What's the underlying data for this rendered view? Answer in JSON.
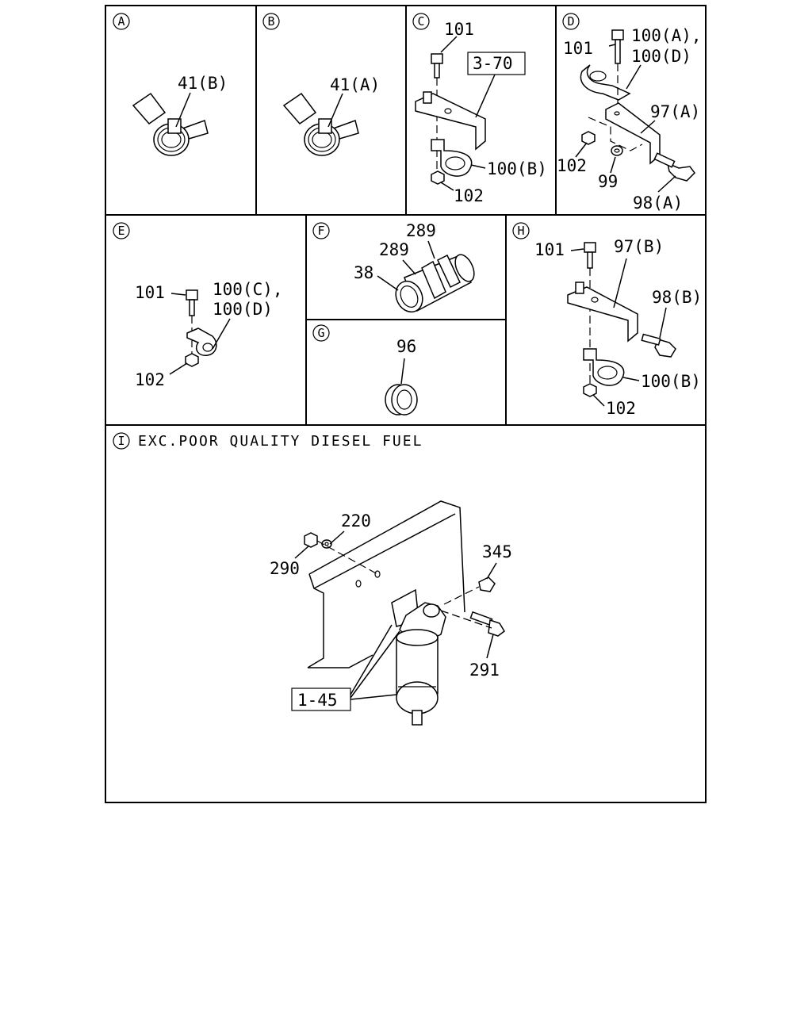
{
  "panels": {
    "A": {
      "letter": "A",
      "labels": {
        "p41b": "41(B)"
      }
    },
    "B": {
      "letter": "B",
      "labels": {
        "p41a": "41(A)"
      }
    },
    "C": {
      "letter": "C",
      "labels": {
        "p101": "101",
        "ref": "3-70",
        "p100b": "100(B)",
        "p102": "102"
      }
    },
    "D": {
      "letter": "D",
      "labels": {
        "p101": "101",
        "p100a": "100(A),",
        "p100d": "100(D)",
        "p97a": "97(A)",
        "p102": "102",
        "p99": "99",
        "p98a": "98(A)"
      }
    },
    "E": {
      "letter": "E",
      "labels": {
        "p101": "101",
        "p100c": "100(C),",
        "p100d": "100(D)",
        "p102": "102"
      }
    },
    "F": {
      "letter": "F",
      "labels": {
        "p289a": "289",
        "p289b": "289",
        "p38": "38"
      }
    },
    "G": {
      "letter": "G",
      "labels": {
        "p96": "96"
      }
    },
    "H": {
      "letter": "H",
      "labels": {
        "p101": "101",
        "p97b": "97(B)",
        "p98b": "98(B)",
        "p100b": "100(B)",
        "p102": "102"
      }
    },
    "I": {
      "letter": "I",
      "caption": "EXC.POOR QUALITY DIESEL FUEL",
      "labels": {
        "p220": "220",
        "p290": "290",
        "p345": "345",
        "p291": "291",
        "ref": "1-45"
      }
    }
  },
  "colors": {
    "line": "#000000",
    "background": "#ffffff"
  }
}
